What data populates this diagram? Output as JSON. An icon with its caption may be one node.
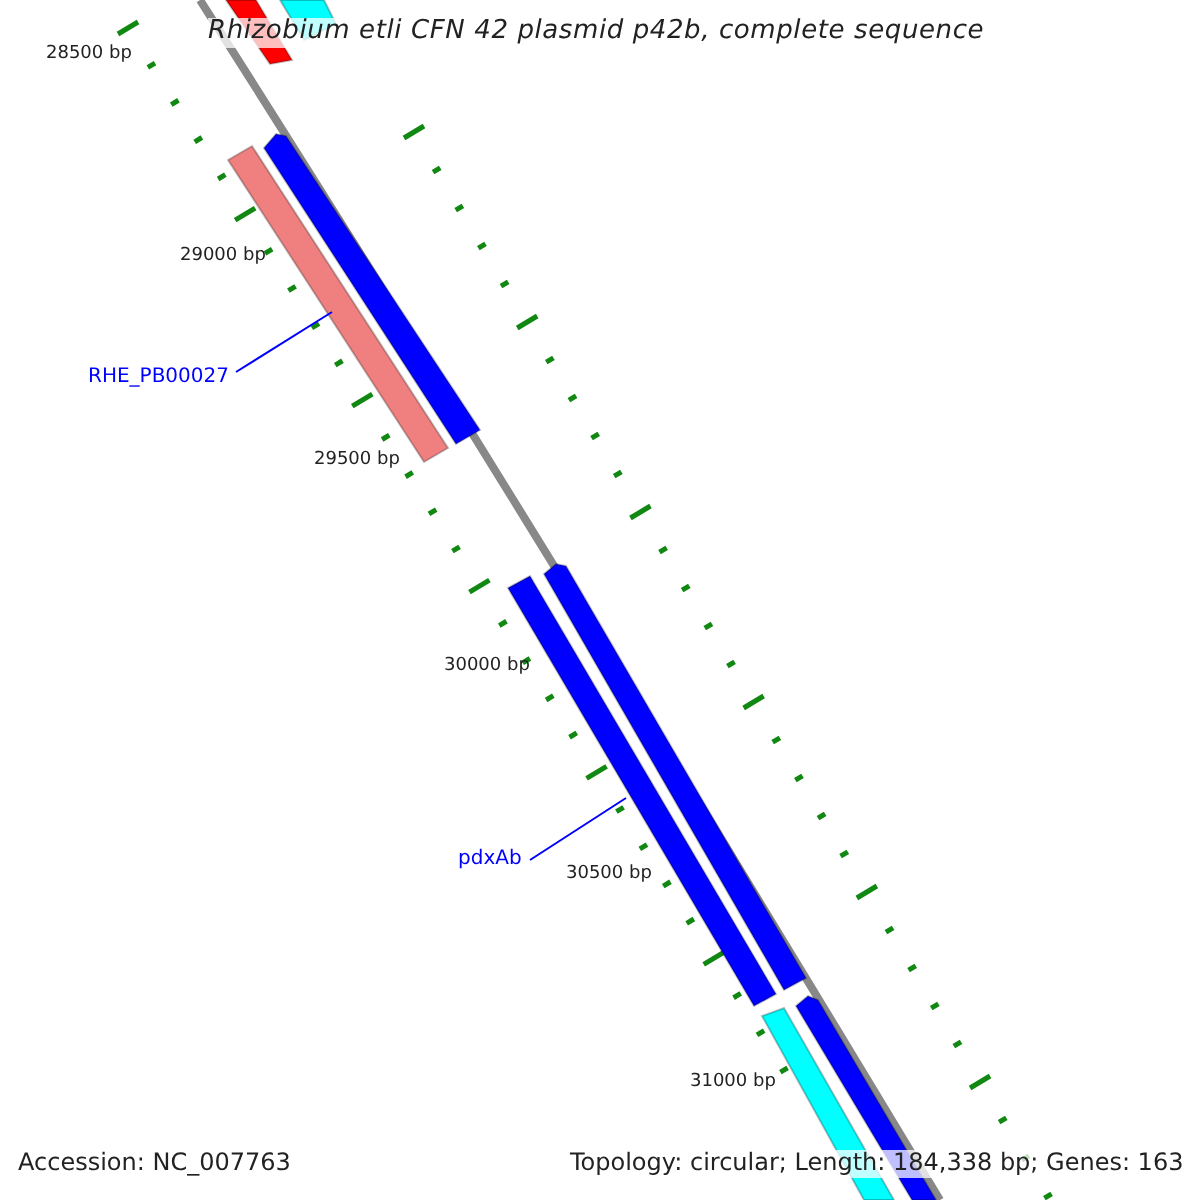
{
  "diagram": {
    "title": "Rhizobium etli CFN 42 plasmid p42b, complete sequence",
    "nodes": [
      {
        "text": [
          "RHE_PB00027"
        ]
      },
      {
        "text": [],
        "shape": "bar"
      },
      {
        "text": [
          "pdxAb"
        ]
      },
      {
        "text": [],
        "shape": "bar"
      }
    ],
    "edges": [
      {
        "from": 0,
        "to": 1,
        "arrow": "none"
      },
      {
        "from": 2,
        "to": 3,
        "arrow": "none"
      }
    ],
    "labels": [
      "28500 bp",
      "29000 bp",
      "29500 bp",
      "30000 bp",
      "30500 bp",
      "31000 bp",
      "Accession: NC_007763",
      "Topology: circular; Length: 184,338 bp; Genes: 163"
    ]
  }
}
